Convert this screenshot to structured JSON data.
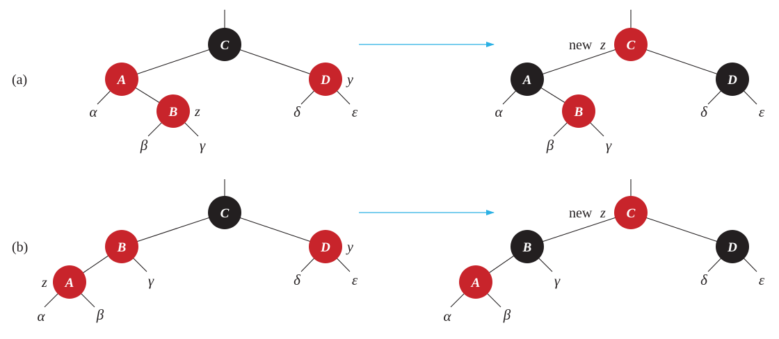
{
  "colors": {
    "red": "#c8242b",
    "black": "#231f20",
    "arrow": "#2ab0e4"
  },
  "cases": [
    {
      "label": "(a)",
      "before": {
        "nodes": {
          "C": {
            "label": "C",
            "color": "black"
          },
          "A": {
            "label": "A",
            "color": "red"
          },
          "D": {
            "label": "D",
            "color": "red"
          },
          "B": {
            "label": "B",
            "color": "red"
          }
        },
        "leaves": {
          "alpha": "α",
          "beta": "β",
          "gamma": "γ",
          "delta": "δ",
          "epsilon": "ε"
        },
        "annotations": {
          "z": "z",
          "y": "y"
        }
      },
      "after": {
        "nodes": {
          "C": {
            "label": "C",
            "color": "red"
          },
          "A": {
            "label": "A",
            "color": "black"
          },
          "D": {
            "label": "D",
            "color": "black"
          },
          "B": {
            "label": "B",
            "color": "red"
          }
        },
        "leaves": {
          "alpha": "α",
          "beta": "β",
          "gamma": "γ",
          "delta": "δ",
          "epsilon": "ε"
        },
        "annotations": {
          "new": "new",
          "z": "z"
        }
      }
    },
    {
      "label": "(b)",
      "before": {
        "nodes": {
          "C": {
            "label": "C",
            "color": "black"
          },
          "B": {
            "label": "B",
            "color": "red"
          },
          "D": {
            "label": "D",
            "color": "red"
          },
          "A": {
            "label": "A",
            "color": "red"
          }
        },
        "leaves": {
          "alpha": "α",
          "beta": "β",
          "gamma": "γ",
          "delta": "δ",
          "epsilon": "ε"
        },
        "annotations": {
          "z": "z",
          "y": "y"
        }
      },
      "after": {
        "nodes": {
          "C": {
            "label": "C",
            "color": "red"
          },
          "B": {
            "label": "B",
            "color": "black"
          },
          "D": {
            "label": "D",
            "color": "black"
          },
          "A": {
            "label": "A",
            "color": "red"
          }
        },
        "leaves": {
          "alpha": "α",
          "beta": "β",
          "gamma": "γ",
          "delta": "δ",
          "epsilon": "ε"
        },
        "annotations": {
          "new": "new",
          "z": "z"
        }
      }
    }
  ]
}
